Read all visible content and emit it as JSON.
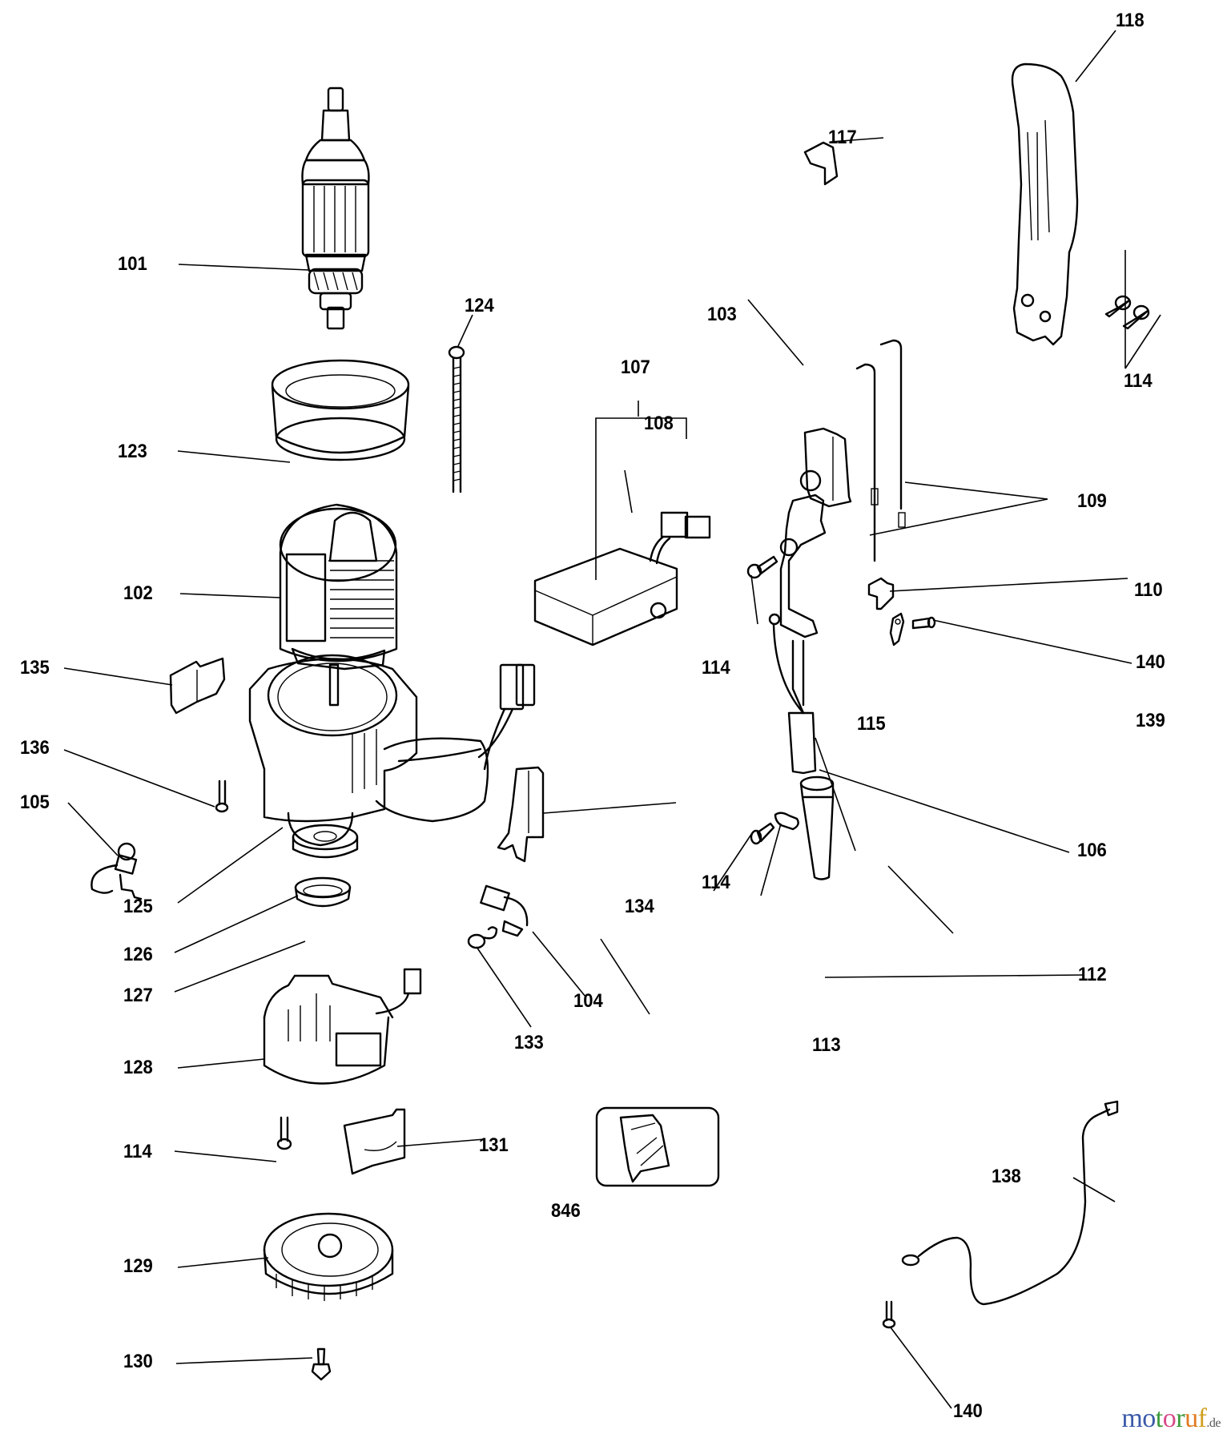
{
  "diagram": {
    "type": "exploded-parts-diagram",
    "parts": [
      {
        "id": "p101",
        "number": "101",
        "part": "armature"
      },
      {
        "id": "p102",
        "number": "102",
        "part": "field-stator"
      },
      {
        "id": "p103",
        "number": "103",
        "part": "switch"
      },
      {
        "id": "p104",
        "number": "104",
        "part": "carbon-brush"
      },
      {
        "id": "p105",
        "number": "105",
        "part": "brush-with-lead"
      },
      {
        "id": "p106",
        "number": "106",
        "part": "power-cord"
      },
      {
        "id": "p107",
        "number": "107",
        "part": "electronic-module-assembly"
      },
      {
        "id": "p108",
        "number": "108",
        "part": "connector"
      },
      {
        "id": "p109",
        "number": "109",
        "part": "wire-leads"
      },
      {
        "id": "p110",
        "number": "110",
        "part": "clip"
      },
      {
        "id": "p112",
        "number": "112",
        "part": "cord-protector"
      },
      {
        "id": "p113",
        "number": "113",
        "part": "cord-clamp"
      },
      {
        "id": "p114a",
        "number": "114",
        "part": "screws-handle"
      },
      {
        "id": "p114b",
        "number": "114",
        "part": "screw-switch-holder"
      },
      {
        "id": "p114c",
        "number": "114",
        "part": "screw-cord-clamp"
      },
      {
        "id": "p114d",
        "number": "114",
        "part": "screw-housing"
      },
      {
        "id": "p115",
        "number": "115",
        "part": "switch-holder"
      },
      {
        "id": "p117",
        "number": "117",
        "part": "bracket-clip"
      },
      {
        "id": "p118",
        "number": "118",
        "part": "handle"
      },
      {
        "id": "p123",
        "number": "123",
        "part": "baffle-ring"
      },
      {
        "id": "p124",
        "number": "124",
        "part": "long-screw"
      },
      {
        "id": "p125",
        "number": "125",
        "part": "motor-housing"
      },
      {
        "id": "p126",
        "number": "126",
        "part": "bearing"
      },
      {
        "id": "p127",
        "number": "127",
        "part": "bearing-sleeve"
      },
      {
        "id": "p128",
        "number": "128",
        "part": "brush-holder-housing"
      },
      {
        "id": "p129",
        "number": "129",
        "part": "fan"
      },
      {
        "id": "p130",
        "number": "130",
        "part": "fan-screw"
      },
      {
        "id": "p131",
        "number": "131",
        "part": "cover-plate"
      },
      {
        "id": "p133",
        "number": "133",
        "part": "brush-spring"
      },
      {
        "id": "p134",
        "number": "134",
        "part": "brush-holder"
      },
      {
        "id": "p135",
        "number": "135",
        "part": "terminal-block"
      },
      {
        "id": "p136",
        "number": "136",
        "part": "small-screw"
      },
      {
        "id": "p138",
        "number": "138",
        "part": "ground-wire"
      },
      {
        "id": "p139",
        "number": "139",
        "part": "ground-terminal"
      },
      {
        "id": "p140a",
        "number": "140",
        "part": "screw-ground-terminal"
      },
      {
        "id": "p140b",
        "number": "140",
        "part": "screw-ground-wire"
      },
      {
        "id": "p846",
        "number": "846",
        "part": "grease-packet"
      }
    ]
  },
  "watermark": {
    "brand": "motoruf",
    "tld": ".de",
    "letters": [
      {
        "ch": "m",
        "color": "#3a5aa8"
      },
      {
        "ch": "o",
        "color": "#3a5aa8"
      },
      {
        "ch": "t",
        "color": "#3a9a3a"
      },
      {
        "ch": "o",
        "color": "#d84a8a"
      },
      {
        "ch": "r",
        "color": "#3a9a3a"
      },
      {
        "ch": "u",
        "color": "#e07a20"
      },
      {
        "ch": "f",
        "color": "#d0a020"
      }
    ]
  }
}
